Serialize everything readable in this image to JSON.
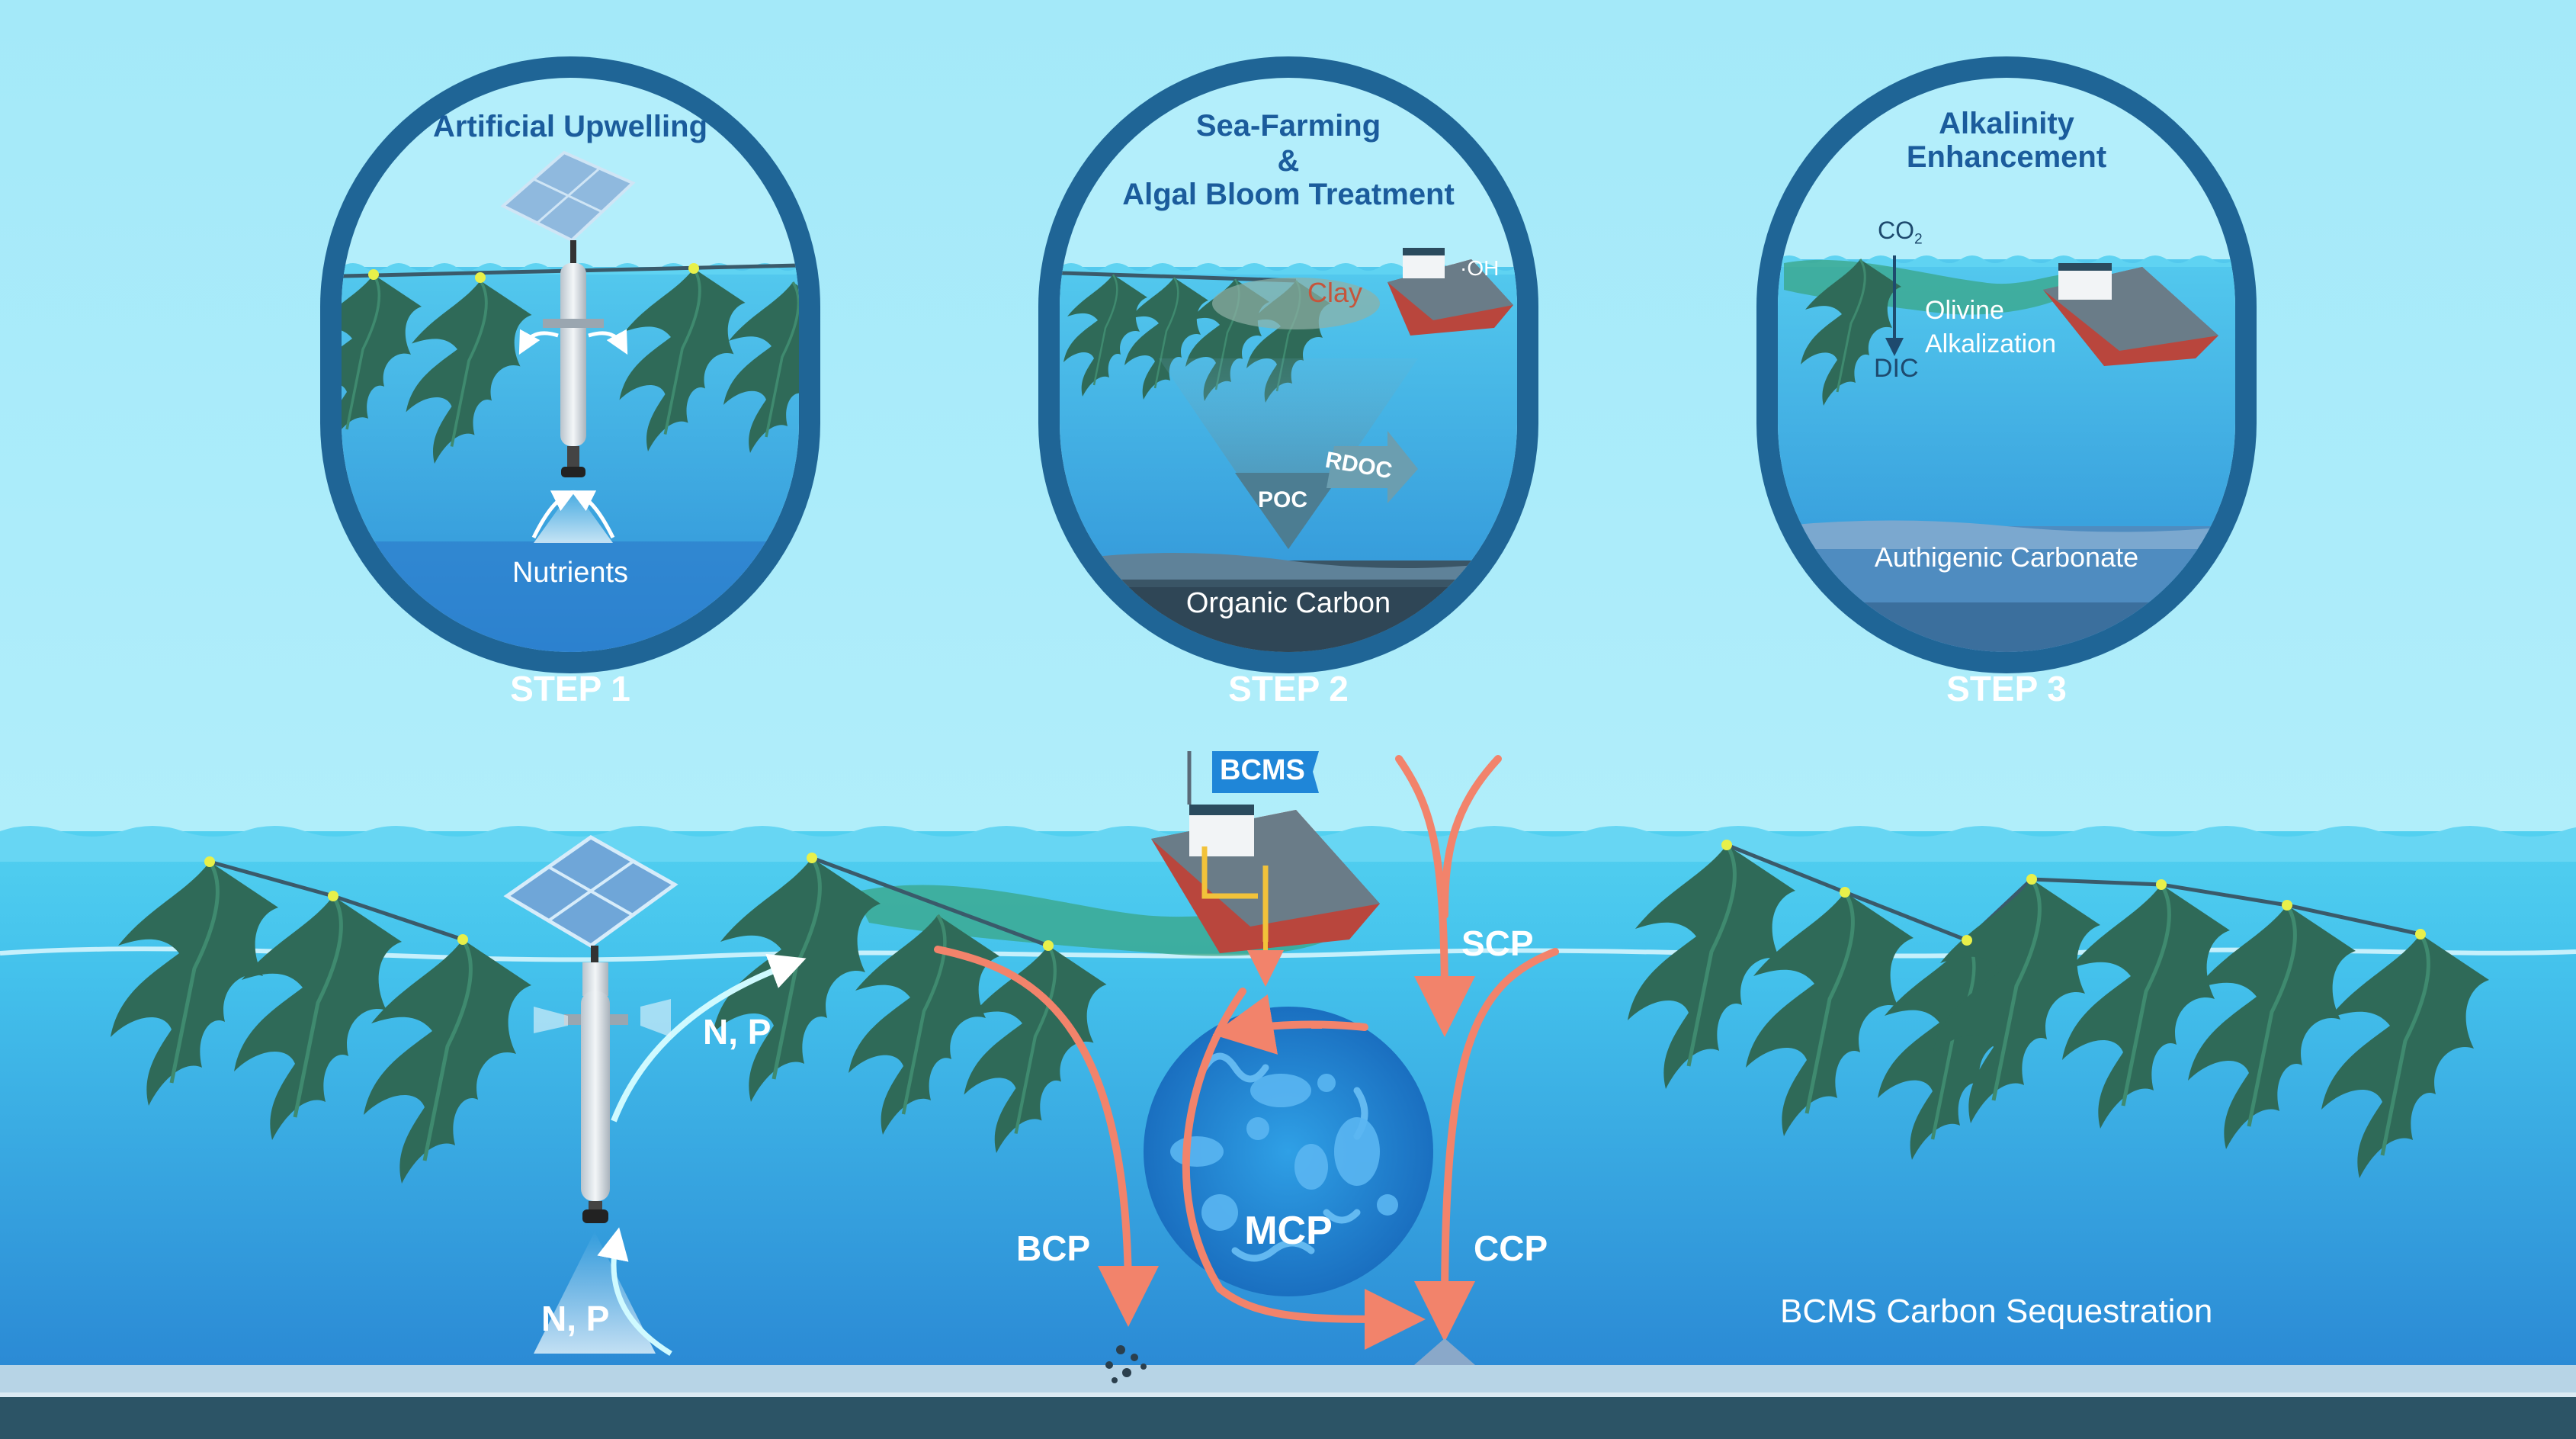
{
  "panels": [
    {
      "title": "Artificial Upwelling",
      "step": "STEP 1",
      "labels": {
        "nutrients": "Nutrients"
      }
    },
    {
      "title_lines": [
        "Sea-Farming",
        "&",
        "Algal Bloom Treatment"
      ],
      "step": "STEP 2",
      "labels": {
        "clay": "Clay",
        "oh": "·OH",
        "poc": "POC",
        "rdoc": "RDOC",
        "organic_carbon": "Organic Carbon"
      }
    },
    {
      "title_lines": [
        "Alkalinity",
        "Enhancement"
      ],
      "step": "STEP 3",
      "labels": {
        "co2_base": "CO",
        "co2_sub": "2",
        "dic": "DIC",
        "olivine_line1": "Olivine",
        "olivine_line2": "Alkalization",
        "authigenic": "Authigenic Carbonate"
      }
    }
  ],
  "main": {
    "flag": "BCMS",
    "np_upper": "N, P",
    "np_lower": "N, P",
    "scp": "SCP",
    "bcp": "BCP",
    "mcp": "MCP",
    "ccp": "CCP",
    "caption": "BCMS Carbon Sequestration"
  },
  "colors": {
    "sky": "#a9ecfa",
    "frame": "#1f6596",
    "ocean_surface": "#46c8ec",
    "ocean_deep": "#2a8ed6",
    "kelp": "#2f6a58",
    "arrow": "#f2836b",
    "seafloor": "#b7d4e6"
  }
}
